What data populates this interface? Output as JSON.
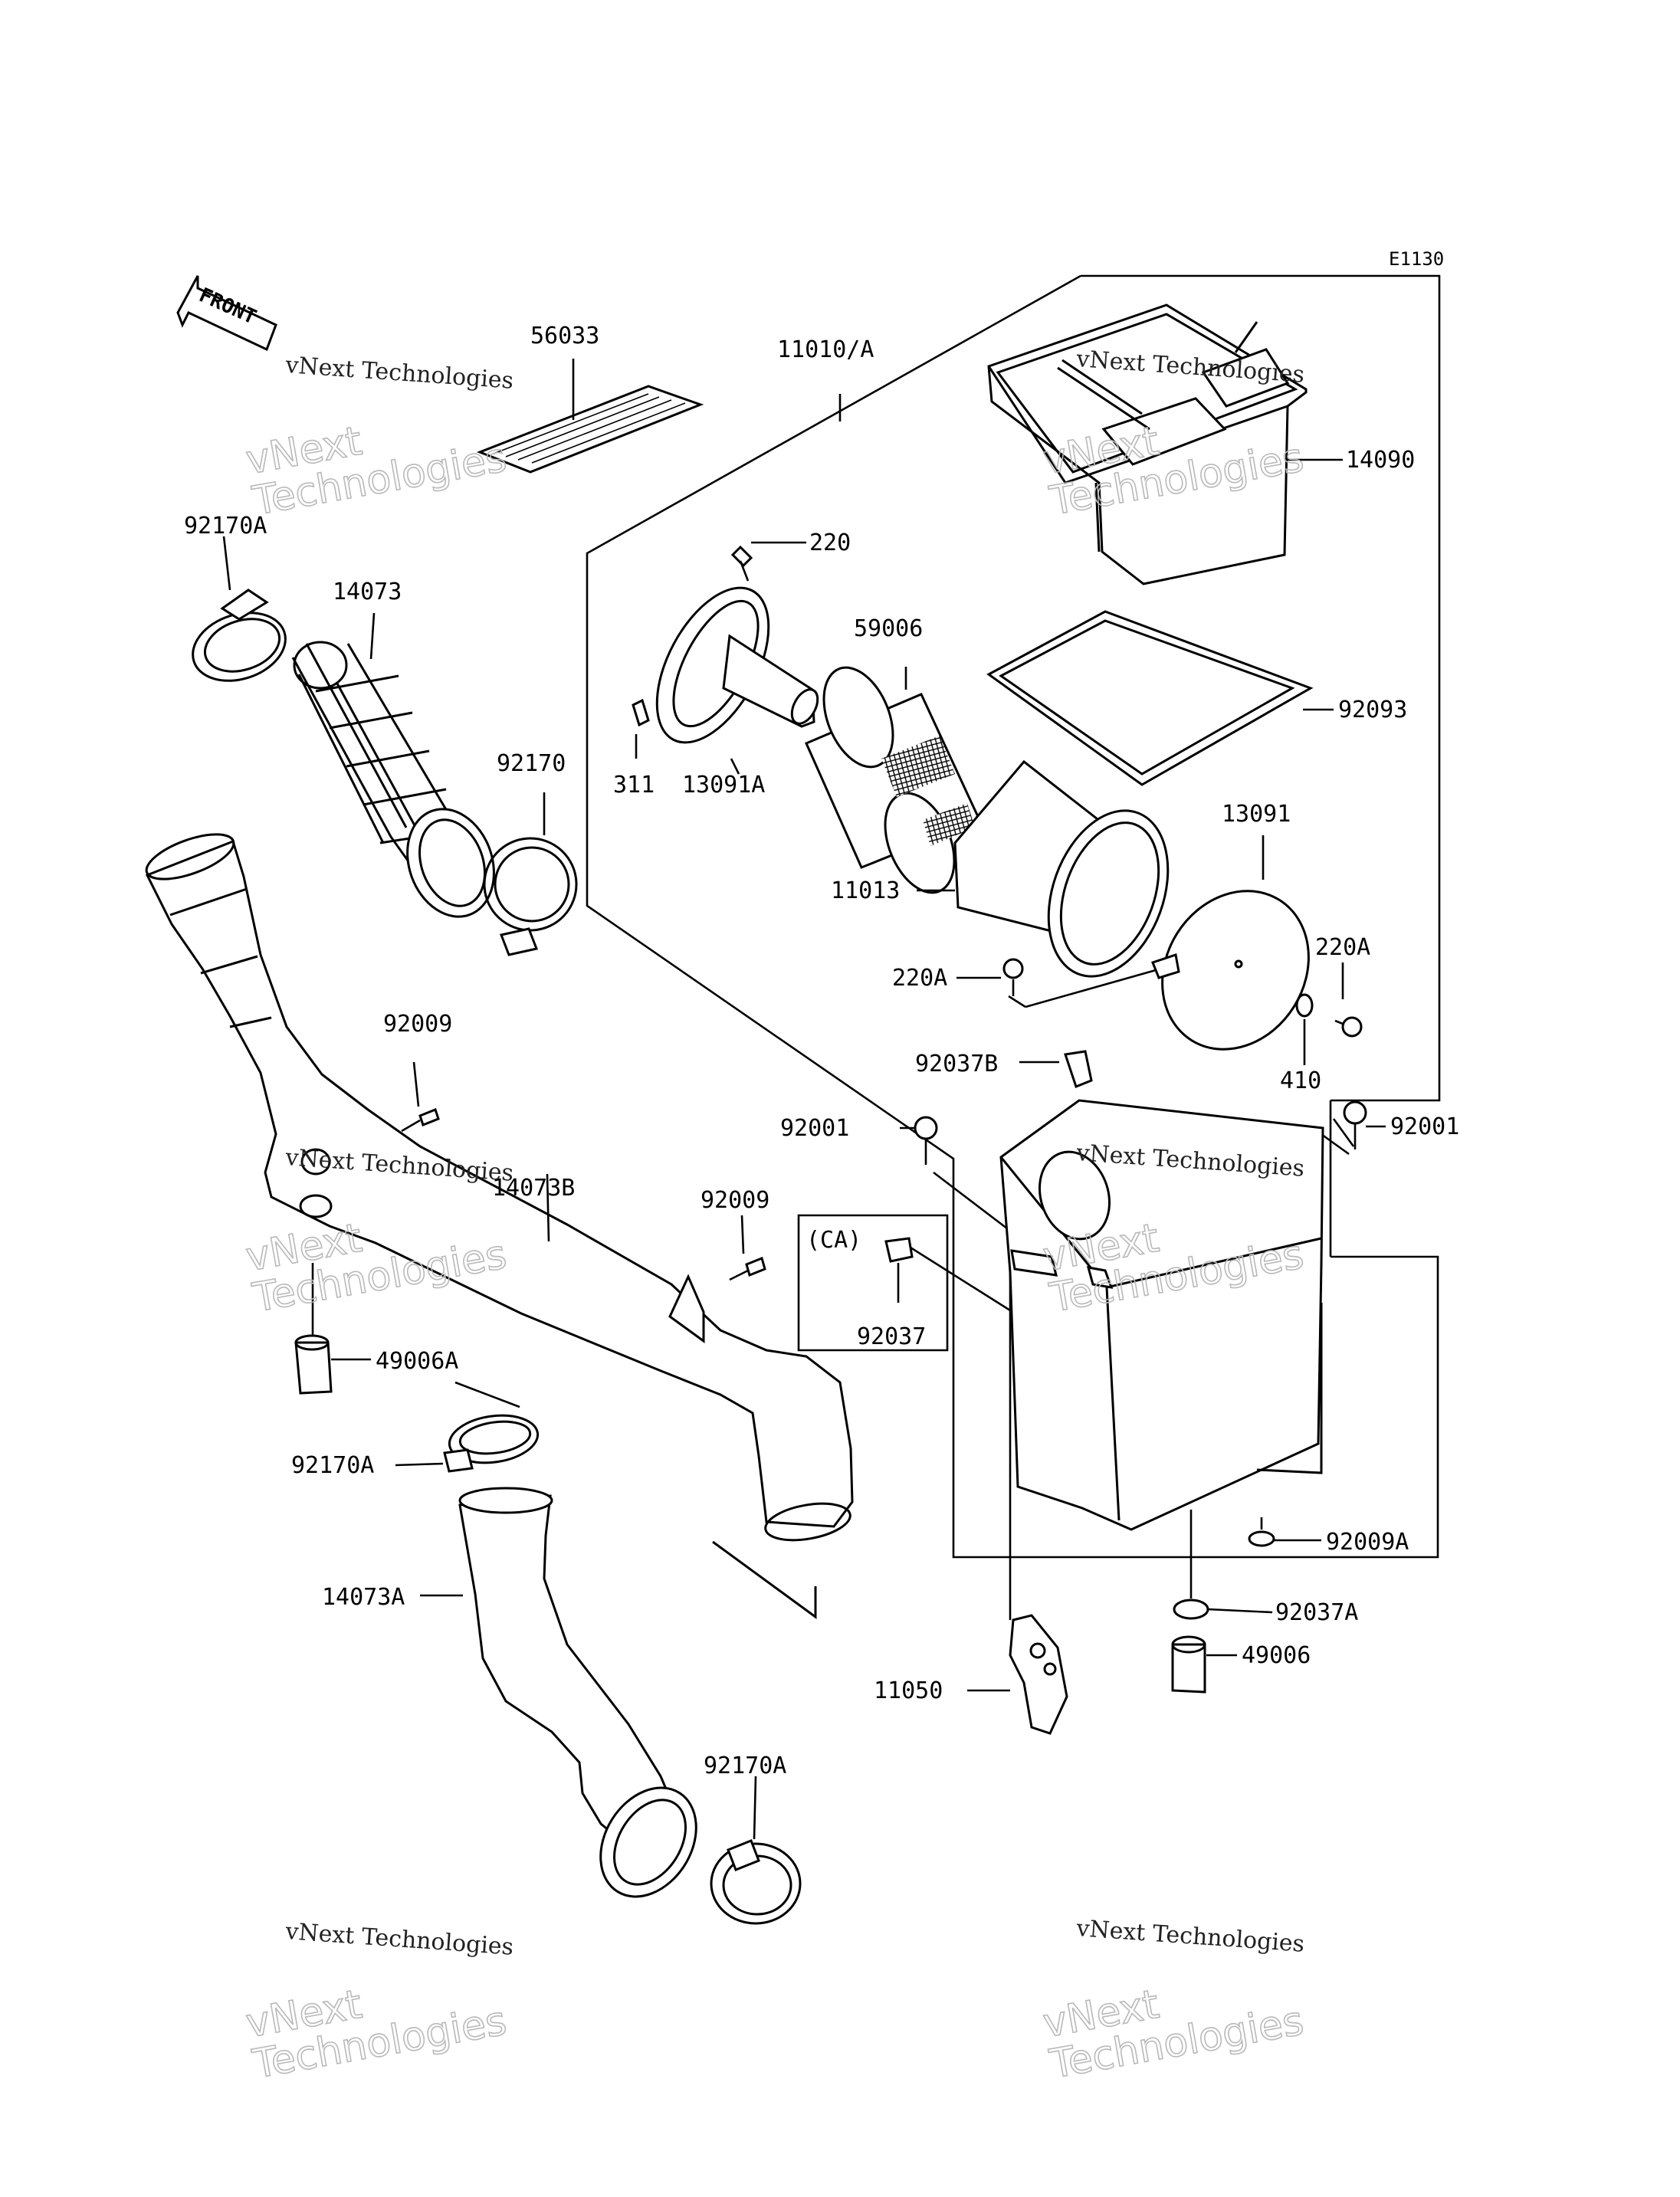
{
  "diagram": {
    "ref_code": "E1130",
    "front_label": "FRONT",
    "watermarks": [
      {
        "line1": "vNext Technologies",
        "line2": "vNext\nTechnologies"
      },
      {
        "line1": "vNext Technologies",
        "line2": "vNext\nTechnologies"
      },
      {
        "line1": "vNext Technologies",
        "line2": "vNext\nTechnologies"
      },
      {
        "line1": "vNext Technologies",
        "line2": "vNext\nTechnologies"
      },
      {
        "line1": "vNext Technologies",
        "line2": "vNext\nTechnologies"
      },
      {
        "line1": "vNext Technologies",
        "line2": "vNext\nTechnologies"
      }
    ],
    "part_labels": {
      "p56033": "56033",
      "p11010A": "11010/A",
      "p14090": "14090",
      "p92170A_top": "92170A",
      "p14073": "14073",
      "p220": "220",
      "p59006": "59006",
      "p92093": "92093",
      "p311": "311",
      "p13091A": "13091A",
      "p92170": "92170",
      "p13091": "13091",
      "p11013": "11013",
      "p220A_left": "220A",
      "p220A_right": "220A",
      "p92009_top": "92009",
      "p92037B": "92037B",
      "p410": "410",
      "p92001_left": "92001",
      "p92001_right": "92001",
      "p14073B": "14073B",
      "p92009_mid": "92009",
      "pCA": "(CA)",
      "p92037": "92037",
      "p49006A": "49006A",
      "p92170A_mid": "92170A",
      "p92009A": "92009A",
      "p14073A": "14073A",
      "p92037A": "92037A",
      "p49006": "49006",
      "p11050": "11050",
      "p92170A_bot": "92170A"
    }
  }
}
